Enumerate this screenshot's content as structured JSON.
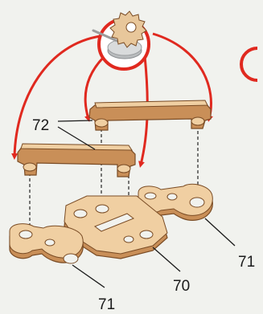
{
  "labels": {
    "bracket_top": "72",
    "center_plate": "70",
    "right_plate": "71",
    "left_plate": "71"
  },
  "colors": {
    "wood_face": "#f0cfa2",
    "wood_edge": "#c98f58",
    "wood_outline": "#7a4c25",
    "arrow": "#e0291f",
    "background": "#f1f2ee"
  },
  "icons": {
    "glue_tool": "glue-gear-icon"
  }
}
